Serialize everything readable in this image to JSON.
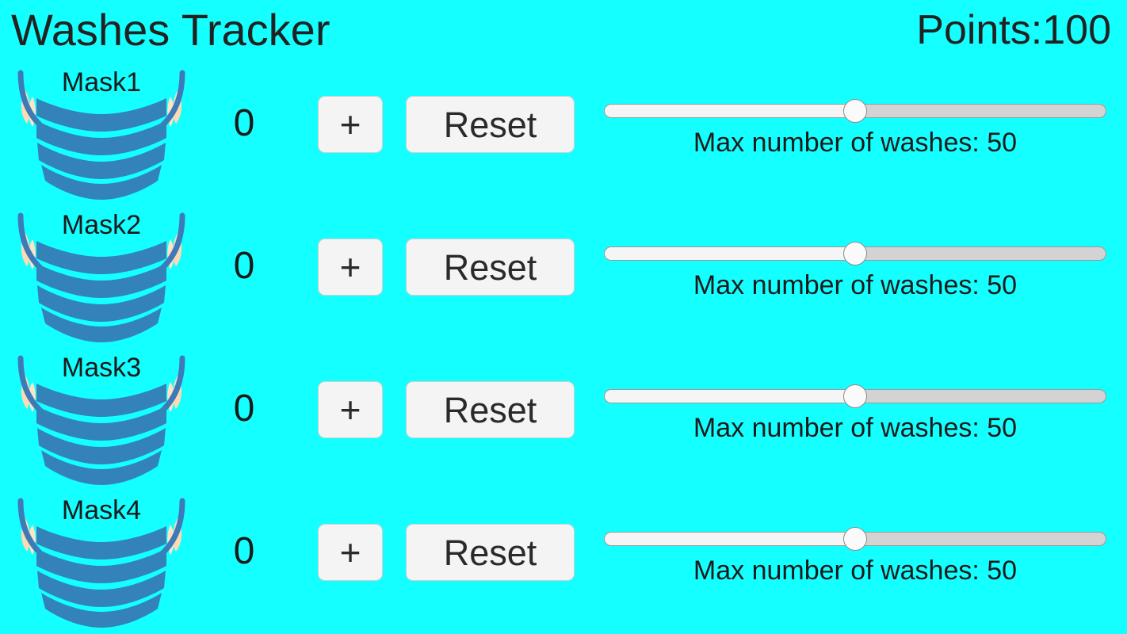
{
  "header": {
    "title": "Washes Tracker",
    "points_label": "Points:100"
  },
  "theme": {
    "background": "#14FFFF",
    "text": "#1a1a1a",
    "button_bg": "#F4F4F4",
    "button_border": "#cfcfcf",
    "mask_blue": "#3383B8",
    "mask_strap": "#3E7AB8",
    "mask_ear": "#FFD9B3",
    "slider_track": "#D3D3D3",
    "slider_fill": "#F5F5F5",
    "slider_thumb": "#FAFAFA"
  },
  "controls": {
    "increment_label": "+",
    "reset_label": "Reset"
  },
  "rows": [
    {
      "mask_label": "Mask1",
      "count": "0",
      "slider_caption": "Max number of washes: 50",
      "slider_percent": 50,
      "slider_value": "50"
    },
    {
      "mask_label": "Mask2",
      "count": "0",
      "slider_caption": "Max number of washes: 50",
      "slider_percent": 50,
      "slider_value": "50"
    },
    {
      "mask_label": "Mask3",
      "count": "0",
      "slider_caption": "Max number of washes: 50",
      "slider_percent": 50,
      "slider_value": "50"
    },
    {
      "mask_label": "Mask4",
      "count": "0",
      "slider_caption": "Max number of washes: 50",
      "slider_percent": 50,
      "slider_value": "50"
    }
  ]
}
